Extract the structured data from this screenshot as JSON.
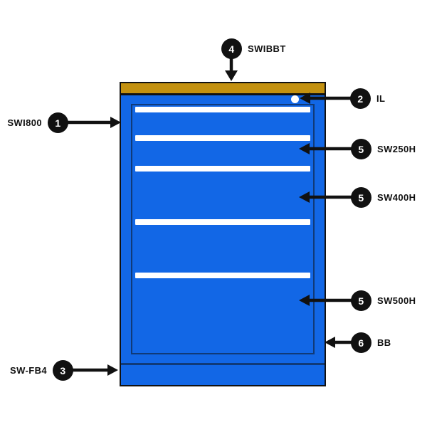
{
  "callouts": [
    {
      "number": "1",
      "label": "SWI800"
    },
    {
      "number": "2",
      "label": "IL"
    },
    {
      "number": "3",
      "label": "SW-FB4"
    },
    {
      "number": "4",
      "label": "SWIBBT"
    },
    {
      "number": "5",
      "label": "SW250H"
    },
    {
      "number": "5",
      "label": "SW400H"
    },
    {
      "number": "5",
      "label": "SW500H"
    },
    {
      "number": "6",
      "label": "BB"
    }
  ],
  "colors": {
    "cabinet_blue": "#1267e6",
    "top_gold": "#c39110",
    "panel_border_navy": "#103a78",
    "outline_black": "#111111",
    "handle_white": "#ffffff",
    "background": "#ffffff"
  }
}
